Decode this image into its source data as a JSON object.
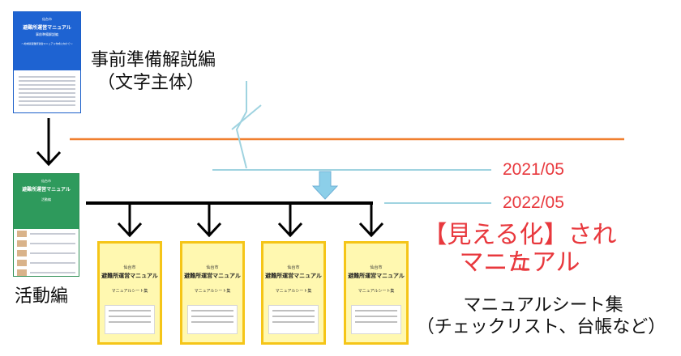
{
  "labels": {
    "prep_title": "事前準備解説編",
    "prep_sub": "（文字主体）",
    "activity": "活動編",
    "date1": "2021/05",
    "date2": "2022/05",
    "visual_line1": "【見える化】された",
    "visual_line2": "マニュアル",
    "sheets_line1": "マニュアルシート集",
    "sheets_line2": "（チェックリスト、台帳など）"
  },
  "covers": {
    "prep": {
      "city": "仙台市",
      "title": "避難所運営マニュアル",
      "sub": "事前準備解説編",
      "note": "～地域版避難所運営マニュアル作成に向けて～"
    },
    "activity": {
      "city": "仙台市",
      "title": "避難所運営マニュアル",
      "sub": "活動編"
    },
    "sheet": {
      "city": "仙台市",
      "title": "避難所運営マニュアル",
      "sub": "マニュアルシート集"
    }
  },
  "colors": {
    "orange_line": "#f07f2e",
    "light_blue": "#9fd3e0",
    "red_text": "#e8383d",
    "sheet_fill": "#fff8b0",
    "sheet_border": "#f5c518"
  }
}
